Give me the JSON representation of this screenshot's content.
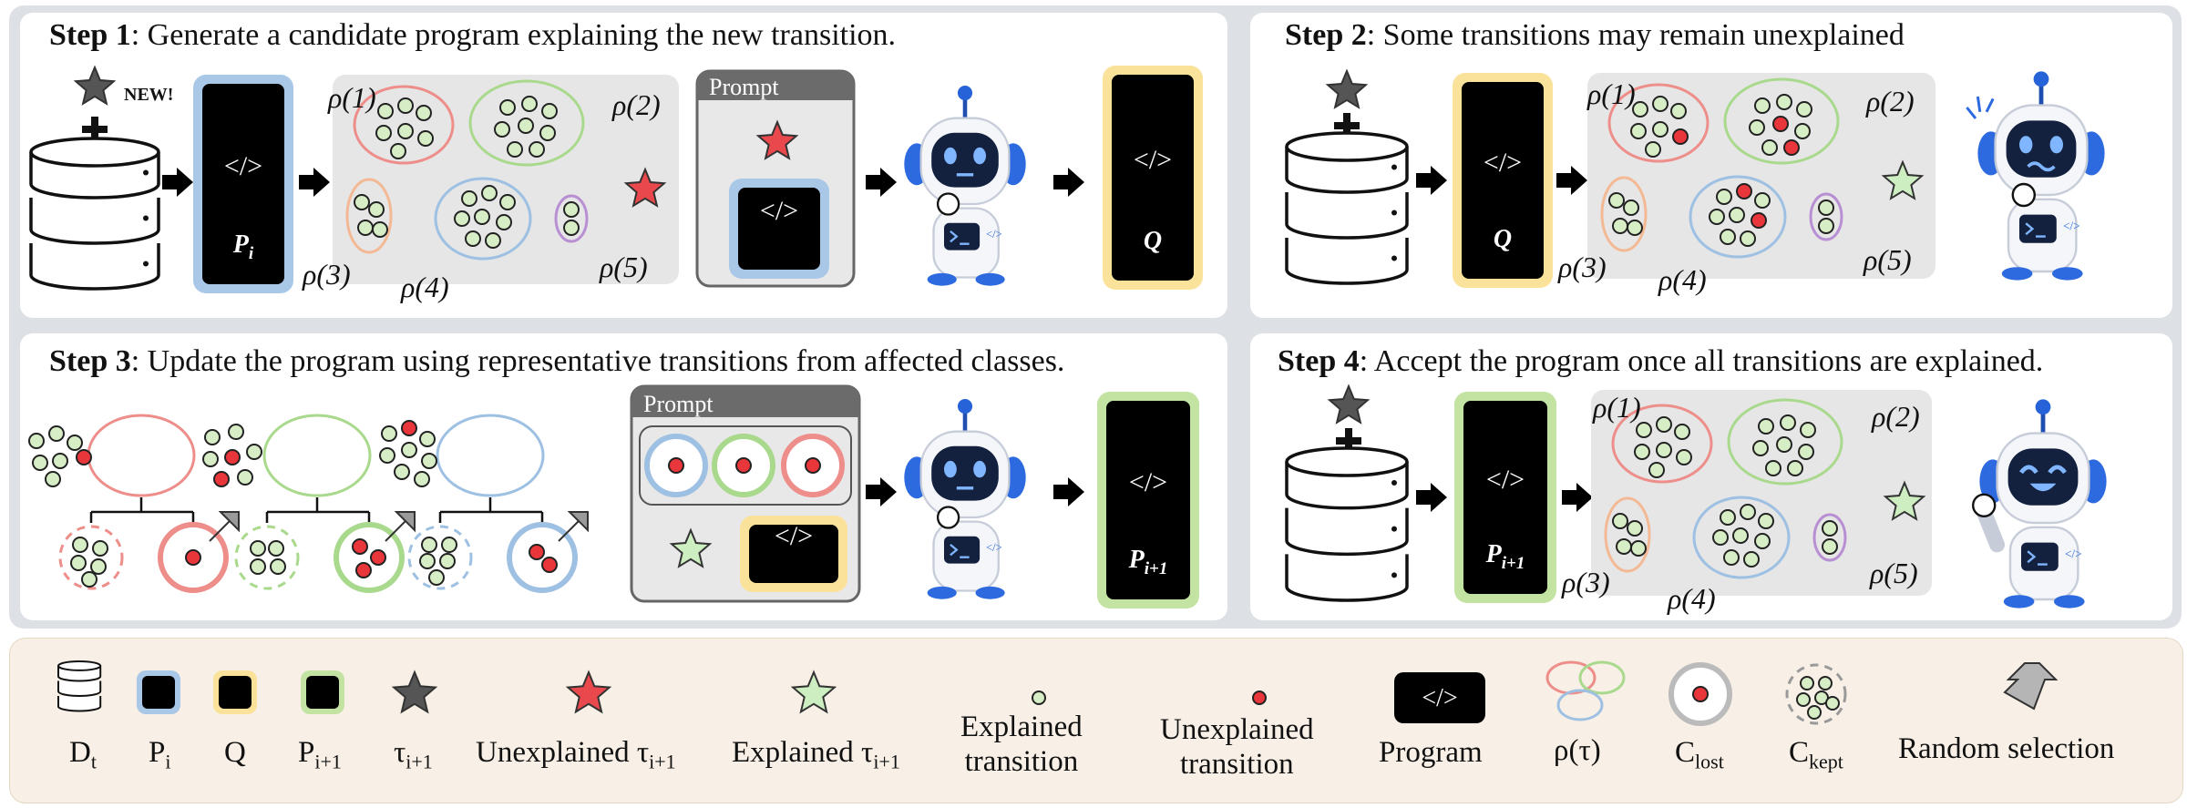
{
  "steps": [
    {
      "num": "Step 1",
      "text": ": Generate a candidate program explaining the new transition."
    },
    {
      "num": "Step 2",
      "text": ": Some transitions may remain unexplained"
    },
    {
      "num": "Step 3",
      "text": ": Update the program using representative transitions from affected classes."
    },
    {
      "num": "Step 4",
      "text": ": Accept the program once all transitions are explained."
    }
  ],
  "badge_new": "NEW!",
  "prompt_label": "Prompt",
  "code_glyph": "</>",
  "programs": {
    "p_i": "P",
    "p_i_sub": "i",
    "q": "Q",
    "p_next_sub": "i+1"
  },
  "class_labels": [
    "ρ(1)",
    "ρ(2)",
    "ρ(3)",
    "ρ(4)",
    "ρ(5)"
  ],
  "legend": {
    "dataset": "D",
    "dataset_sub": "t",
    "p_i": "P",
    "p_i_sub": "i",
    "q": "Q",
    "p_next": "P",
    "p_next_sub": "i+1",
    "tau": "τ",
    "tau_sub": "i+1",
    "unexplained_tau": "Unexplained τ",
    "unexplained_tau_sub": "i+1",
    "explained_tau": "Explained τ",
    "explained_tau_sub": "i+1",
    "explained_transition": [
      "Explained",
      "transition"
    ],
    "unexplained_transition": [
      "Unexplained",
      "transition"
    ],
    "program": "Program",
    "rho": "ρ(τ)",
    "c_lost": "C",
    "c_lost_sub": "lost",
    "c_kept": "C",
    "c_kept_sub": "kept",
    "random_selection": "Random selection"
  },
  "colors": {
    "blue": "#a9c8e8",
    "yellow": "#fbe29a",
    "green": "#c3e3a3",
    "red_ring": "#ee8e8a",
    "green_ring": "#a9d98c",
    "blue_ring": "#9ec0e2",
    "orange_ring": "#f3b994",
    "purple_ring": "#b88fd3",
    "dot_green": "#d7edc6",
    "dot_red": "#e8363b",
    "star_red": "#e9484c",
    "star_green": "#cdeec0",
    "star_gray": "#555555"
  },
  "icons": [
    "database-icon",
    "star-icon",
    "plus-icon",
    "arrow-icon",
    "robot-icon",
    "code-block-icon",
    "random-selection-arrow-icon"
  ]
}
